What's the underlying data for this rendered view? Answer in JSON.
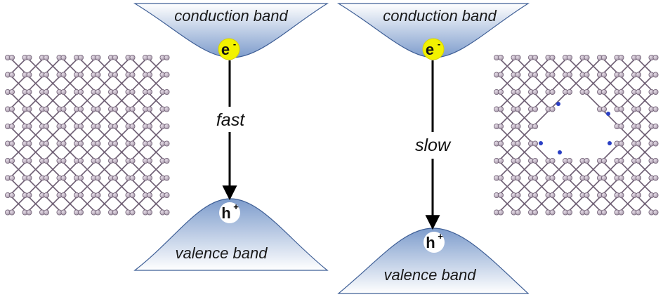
{
  "colors": {
    "band_light": "#ffffff",
    "band_dark": "#7d9ccc",
    "band_edge": "#3f5f96",
    "electron": "#f2f200",
    "hole": "#ffffff",
    "atom": "#a89aab",
    "atom_edge": "#6f5f74",
    "dopant": "#2a3fc4"
  },
  "left_panel": {
    "conduction": "conduction band",
    "valence": "valence band",
    "rate": "fast",
    "electron": {
      "symbol": "e",
      "sup": "-"
    },
    "hole": {
      "symbol": "h",
      "sup": "+"
    }
  },
  "right_panel": {
    "conduction": "conduction band",
    "valence": "valence band",
    "rate": "slow",
    "electron": {
      "symbol": "e",
      "sup": "-"
    },
    "hole": {
      "symbol": "h",
      "sup": "+"
    }
  },
  "lattices": {
    "pristine": {
      "name": "pristine-lattice"
    },
    "defect": {
      "name": "defect-lattice"
    }
  },
  "icons": [
    "electron-icon",
    "hole-icon",
    "recombination-arrow-icon"
  ]
}
